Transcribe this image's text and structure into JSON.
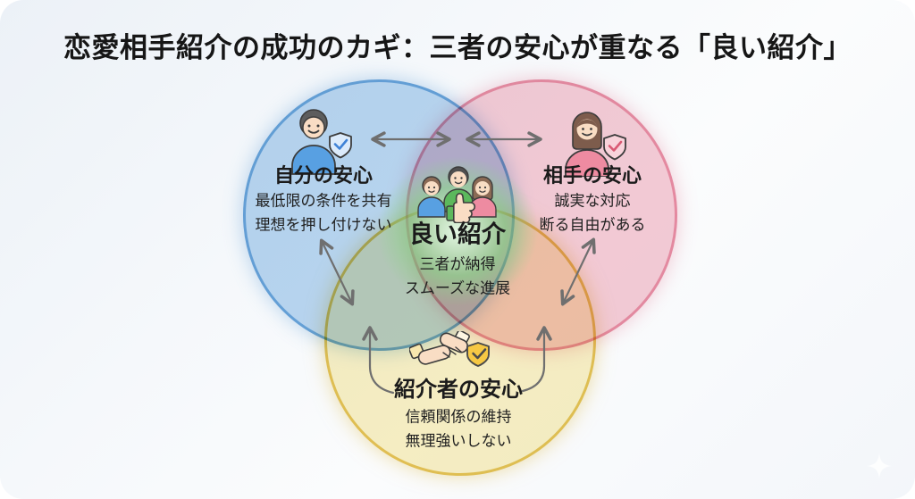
{
  "title": "恋愛相手紹介の成功のカギ：三者の安心が重なる「良い紹介」",
  "venn": {
    "self": {
      "label": "自分の安心",
      "lines": [
        "最低限の条件を共有",
        "理想を押し付けない"
      ],
      "icon": "person-shield-check-icon",
      "fill": "#bcd8f1",
      "border": "#67a3d9"
    },
    "partner": {
      "label": "相手の安心",
      "lines": [
        "誠実な対応",
        "断る自由がある"
      ],
      "icon": "woman-shield-check-icon",
      "fill": "#f6ccd6",
      "border": "#e88ba1"
    },
    "introducer": {
      "label": "紹介者の安心",
      "lines": [
        "信頼関係の維持",
        "無理強いしない"
      ],
      "icon": "handshake-shield-check-icon",
      "fill": "#f9f0c4",
      "border": "#e4c153"
    },
    "center": {
      "label": "良い紹介",
      "lines": [
        "三者が納得",
        "スムーズな進展"
      ],
      "icon": "three-people-thumbs-up-icon",
      "glow": "#8ad88a"
    }
  },
  "decor": {
    "arrow_color": "#6f6f6f",
    "sparkle_icon": "sparkle-icon",
    "title_color": "#161616"
  }
}
